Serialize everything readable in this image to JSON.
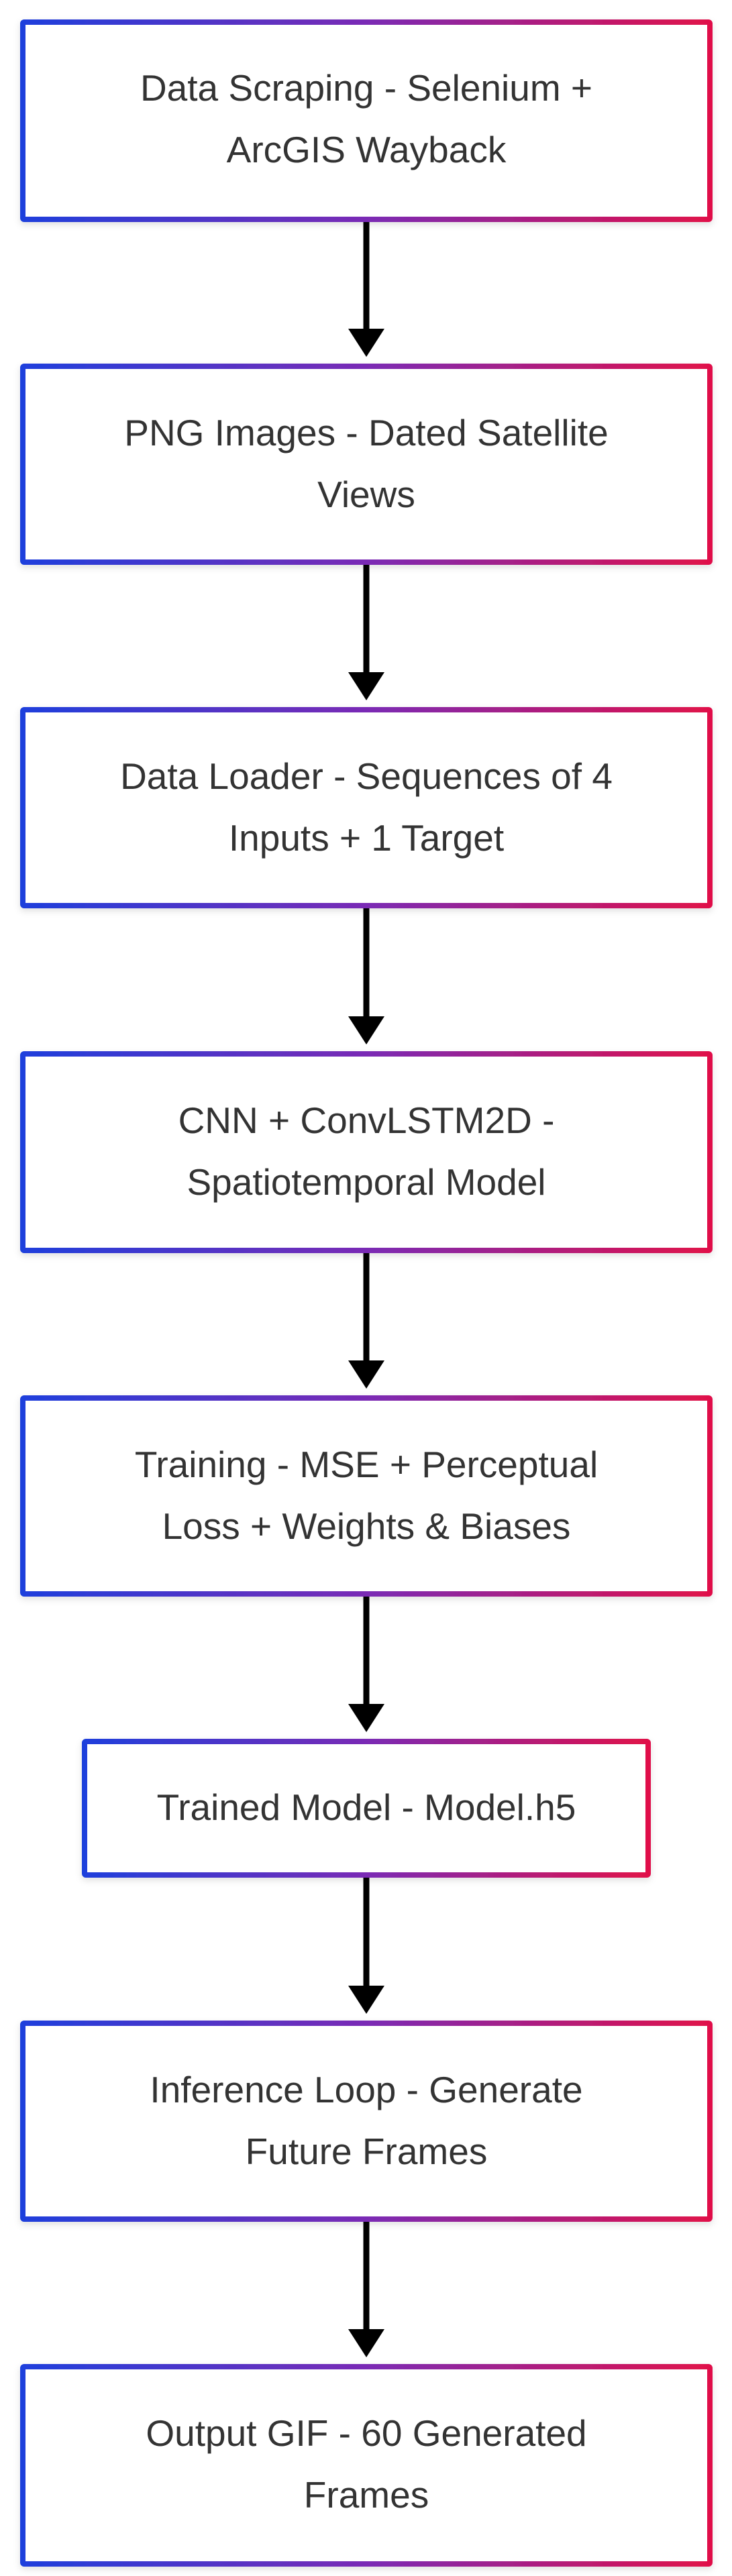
{
  "colors": {
    "border_left": "#1f3fdc",
    "border_right": "#e0114a",
    "arrow": "#000000",
    "text": "#333333",
    "background": "#ffffff"
  },
  "flow": {
    "steps": [
      {
        "line1": "Data Scraping - Selenium +",
        "line2": "ArcGIS Wayback"
      },
      {
        "line1": "PNG Images - Dated Satellite",
        "line2": "Views"
      },
      {
        "line1": "Data Loader - Sequences of 4",
        "line2": "Inputs + 1 Target"
      },
      {
        "line1": "CNN + ConvLSTM2D -",
        "line2": "Spatiotemporal Model"
      },
      {
        "line1": "Training - MSE + Perceptual",
        "line2": "Loss + Weights & Biases"
      },
      {
        "line1": "Trained Model - Model.h5",
        "line2": ""
      },
      {
        "line1": "Inference Loop - Generate",
        "line2": "Future Frames"
      },
      {
        "line1": "Output GIF - 60 Generated",
        "line2": "Frames"
      }
    ]
  }
}
